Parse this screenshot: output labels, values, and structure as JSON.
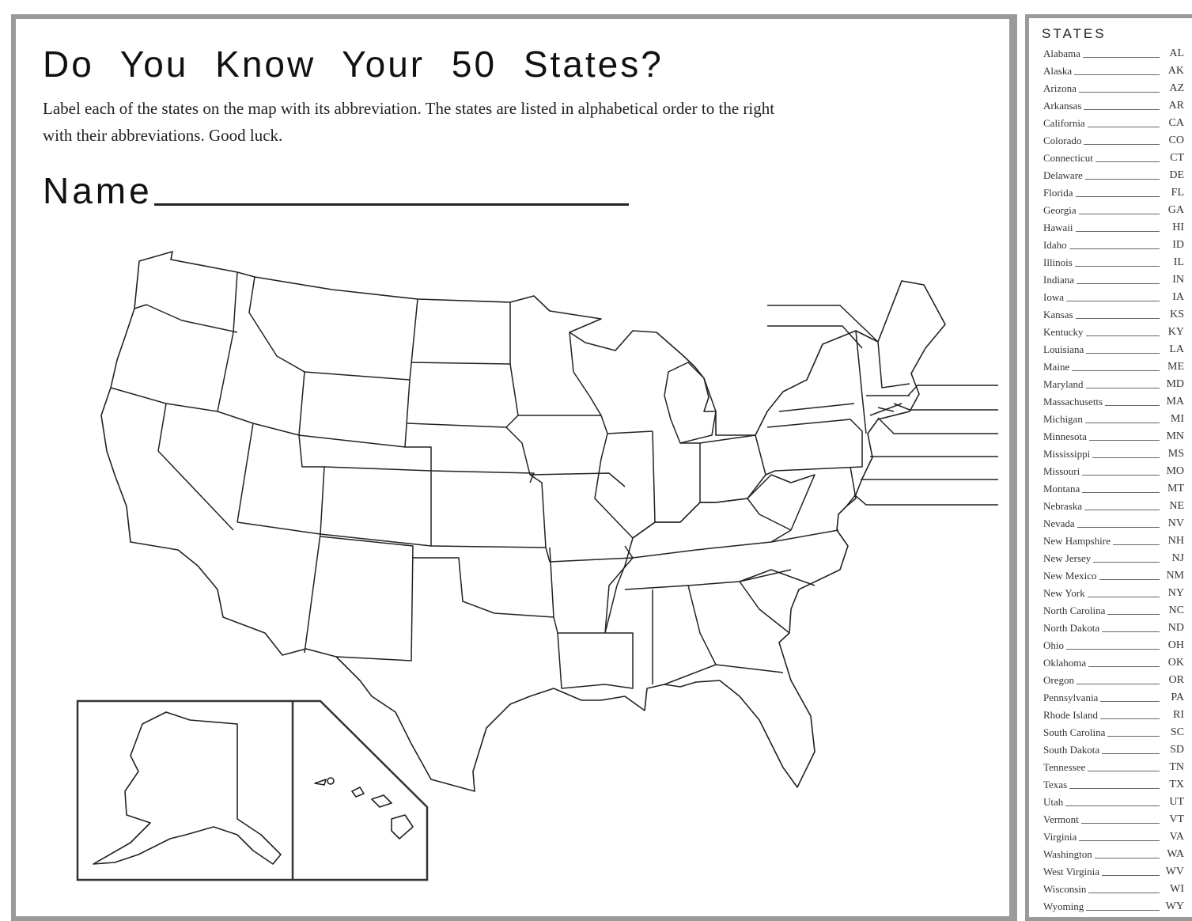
{
  "worksheet": {
    "title": "Do You Know Your 50 States?",
    "instructions": "Label each of the states on the map with its abbreviation.  The states are listed in alphabetical order to the right with their abbreviations.  Good luck.",
    "name_label": "Name"
  },
  "sidebar": {
    "title": "STATES",
    "states": [
      {
        "name": "Alabama",
        "abbr": "AL"
      },
      {
        "name": "Alaska",
        "abbr": "AK"
      },
      {
        "name": "Arizona",
        "abbr": "AZ"
      },
      {
        "name": "Arkansas",
        "abbr": "AR"
      },
      {
        "name": "California",
        "abbr": "CA"
      },
      {
        "name": "Colorado",
        "abbr": "CO"
      },
      {
        "name": "Connecticut",
        "abbr": "CT"
      },
      {
        "name": "Delaware",
        "abbr": "DE"
      },
      {
        "name": "Florida",
        "abbr": "FL"
      },
      {
        "name": "Georgia",
        "abbr": "GA"
      },
      {
        "name": "Hawaii",
        "abbr": "HI"
      },
      {
        "name": "Idaho",
        "abbr": "ID"
      },
      {
        "name": "Illinois",
        "abbr": "IL"
      },
      {
        "name": "Indiana",
        "abbr": "IN"
      },
      {
        "name": "Iowa",
        "abbr": "IA"
      },
      {
        "name": "Kansas",
        "abbr": "KS"
      },
      {
        "name": "Kentucky",
        "abbr": "KY"
      },
      {
        "name": "Louisiana",
        "abbr": "LA"
      },
      {
        "name": "Maine",
        "abbr": "ME"
      },
      {
        "name": "Maryland",
        "abbr": "MD"
      },
      {
        "name": "Massachusetts",
        "abbr": "MA"
      },
      {
        "name": "Michigan",
        "abbr": "MI"
      },
      {
        "name": "Minnesota",
        "abbr": "MN"
      },
      {
        "name": "Mississippi",
        "abbr": "MS"
      },
      {
        "name": "Missouri",
        "abbr": "MO"
      },
      {
        "name": "Montana",
        "abbr": "MT"
      },
      {
        "name": "Nebraska",
        "abbr": "NE"
      },
      {
        "name": "Nevada",
        "abbr": "NV"
      },
      {
        "name": "New Hampshire",
        "abbr": "NH"
      },
      {
        "name": "New Jersey",
        "abbr": "NJ"
      },
      {
        "name": "New Mexico",
        "abbr": "NM"
      },
      {
        "name": "New York",
        "abbr": "NY"
      },
      {
        "name": "North Carolina",
        "abbr": "NC"
      },
      {
        "name": "North Dakota",
        "abbr": "ND"
      },
      {
        "name": "Ohio",
        "abbr": "OH"
      },
      {
        "name": "Oklahoma",
        "abbr": "OK"
      },
      {
        "name": "Oregon",
        "abbr": "OR"
      },
      {
        "name": "Pennsylvania",
        "abbr": "PA"
      },
      {
        "name": "Rhode Island",
        "abbr": "RI"
      },
      {
        "name": "South Carolina",
        "abbr": "SC"
      },
      {
        "name": "South Dakota",
        "abbr": "SD"
      },
      {
        "name": "Tennessee",
        "abbr": "TN"
      },
      {
        "name": "Texas",
        "abbr": "TX"
      },
      {
        "name": "Utah",
        "abbr": "UT"
      },
      {
        "name": "Vermont",
        "abbr": "VT"
      },
      {
        "name": "Virginia",
        "abbr": "VA"
      },
      {
        "name": "Washington",
        "abbr": "WA"
      },
      {
        "name": "West Virginia",
        "abbr": "WV"
      },
      {
        "name": "Wisconsin",
        "abbr": "WI"
      },
      {
        "name": "Wyoming",
        "abbr": "WY"
      }
    ]
  },
  "colors": {
    "frame": "#9a9a9a",
    "ink": "#222222",
    "paper": "#ffffff"
  }
}
